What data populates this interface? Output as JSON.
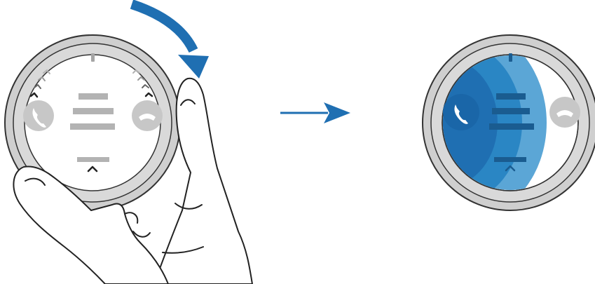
{
  "steps": [
    {
      "id": "before",
      "watch": {
        "screen_state": "incoming-call",
        "accept_icon": "phone-accept-icon",
        "decline_icon": "phone-decline-icon",
        "gesture": "rotate-bezel-clockwise"
      }
    },
    {
      "id": "after",
      "watch": {
        "screen_state": "call-accepted-sweep",
        "accept_icon": "phone-accept-icon",
        "decline_icon": "phone-decline-icon"
      }
    }
  ],
  "colors": {
    "accent_blue": "#1f6fb2",
    "sweep_blue_mid": "#2a86c4",
    "sweep_blue_light": "#5ba6d6",
    "bezel_gray": "#c9c9c9",
    "bezel_outline": "#333333",
    "placeholder_gray": "#b3b3b3",
    "icon_circle_gray": "#c7c7c7"
  }
}
